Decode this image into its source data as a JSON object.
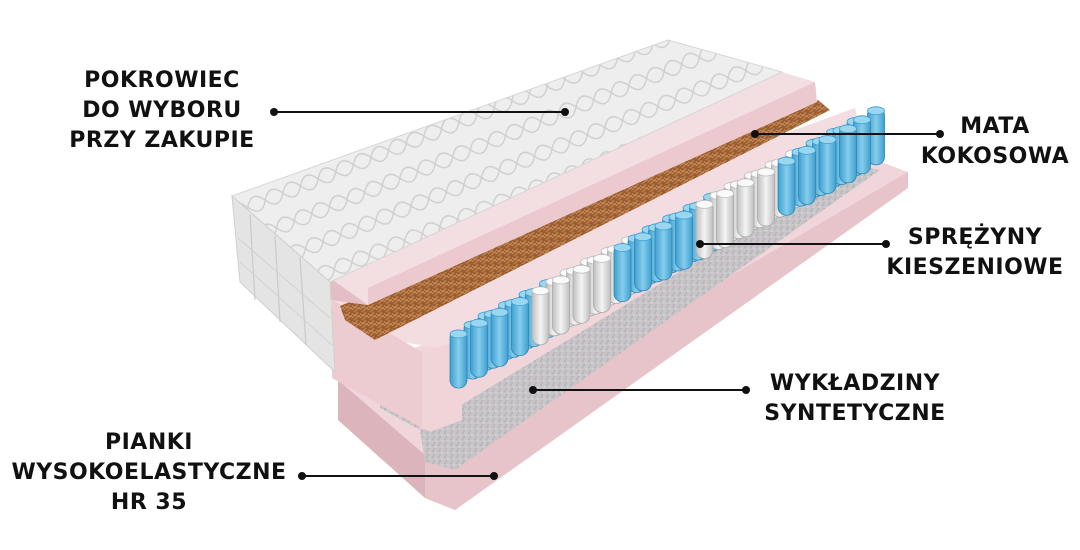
{
  "colors": {
    "cover": "#e8e8e8",
    "foam": "#f1d9dc",
    "coconut": "#a86a3c",
    "felt": "#c9c7c9",
    "spring_blue": "#64b7dd",
    "spring_white": "#e4e4e4",
    "leader_line": "#111111"
  },
  "labels": {
    "cover": [
      "POKROWIEC",
      "DO WYBORU",
      "PRZY ZAKUPIE"
    ],
    "coconut": [
      "MATA",
      "KOKOSOWA"
    ],
    "springs": [
      "SPRĘŻYNY",
      "KIESZENIOWE"
    ],
    "felt": [
      "WYKŁADZINY",
      "SYNTETYCZNE"
    ],
    "foam": [
      "PIANKI",
      "WYSOKOELASTYCZNE",
      "HR 35"
    ]
  }
}
